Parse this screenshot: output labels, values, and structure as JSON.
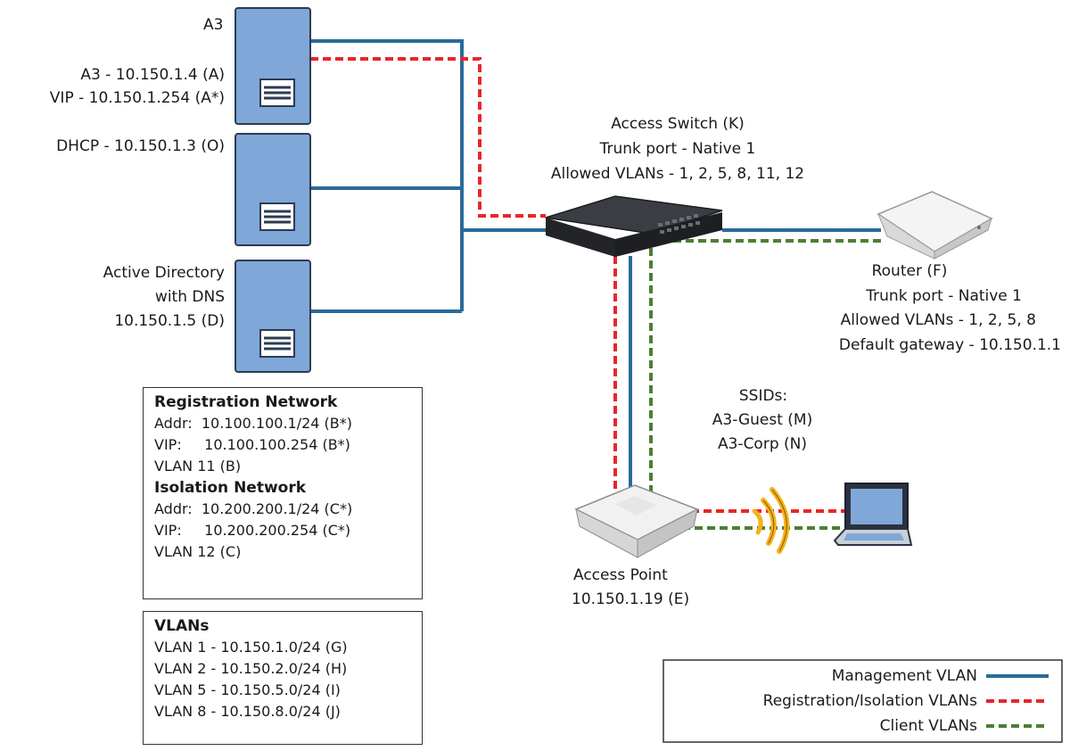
{
  "servers": {
    "a3_title": "A3",
    "a3_ip": "A3 - 10.150.1.4 (A)",
    "a3_vip": "VIP - 10.150.1.254 (A*)",
    "dhcp": "DHCP - 10.150.1.3 (O)",
    "ad_line1": "Active Directory",
    "ad_line2": "with DNS",
    "ad_line3": "10.150.1.5 (D)"
  },
  "switch": {
    "line1": "Access Switch (K)",
    "line2": "Trunk port - Native 1",
    "line3": "Allowed VLANs - 1, 2, 5, 8, 11, 12"
  },
  "router": {
    "line1": "Router (F)",
    "line2": "Trunk port - Native 1",
    "line3": "Allowed VLANs - 1, 2, 5, 8",
    "line4": "Default gateway - 10.150.1.1"
  },
  "ssids": {
    "title": "SSIDs:",
    "guest": "A3-Guest (M)",
    "corp": "A3-Corp (N)"
  },
  "access_point": {
    "line1": "Access Point",
    "line2": "10.150.1.19 (E)"
  },
  "networks_box": {
    "reg_title": "Registration Network",
    "reg_addr": "Addr:  10.100.100.1/24 (B*)",
    "reg_vip": "VIP:     10.100.100.254 (B*)",
    "reg_vlan": "VLAN 11 (B)",
    "iso_title": "Isolation Network",
    "iso_addr": "Addr:  10.200.200.1/24 (C*)",
    "iso_vip": "VIP:     10.200.200.254 (C*)",
    "iso_vlan": "VLAN 12 (C)"
  },
  "vlans_box": {
    "title": "VLANs",
    "items": [
      "VLAN 1 - 10.150.1.0/24 (G)",
      "VLAN 2 - 10.150.2.0/24 (H)",
      "VLAN 5 - 10.150.5.0/24 (I)",
      "VLAN 8 - 10.150.8.0/24 (J)"
    ]
  },
  "legend": {
    "management": "Management VLAN",
    "registration": "Registration/Isolation VLANs",
    "client": "Client VLANs"
  },
  "colors": {
    "management": "#2a6a99",
    "registration": "#e8262a",
    "client": "#4c7f33",
    "server": "#7fa7d8",
    "signal": "#f5b21a"
  },
  "icons": [
    "server-icon",
    "switch-icon",
    "router-icon",
    "access-point-icon",
    "laptop-icon",
    "wifi-signal-icon"
  ]
}
